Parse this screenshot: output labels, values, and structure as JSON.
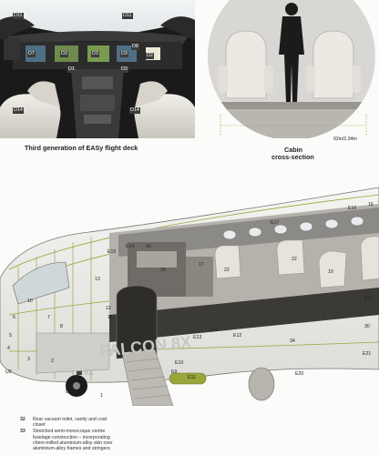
{
  "cockpit": {
    "caption": "Third generation of EASy flight deck",
    "labels": {
      "d11a": "D11",
      "d11b": "D11",
      "d3a": "D3",
      "d3b": "D3",
      "d3c": "D3",
      "d3d": "D3",
      "d1": "D1",
      "d7": "D7",
      "d8": "D8",
      "d2": "D2",
      "d14a": "D14",
      "d14b": "D14"
    }
  },
  "cabin": {
    "caption_line1": "Cabin",
    "caption_line2": "cross-section",
    "dimension": "92in/2.34m"
  },
  "fuselage": {
    "callouts": {
      "c16": "16",
      "c17": "17",
      "c16b": "16",
      "c15": "15",
      "c13": "13",
      "c22": "22",
      "c22b": "22",
      "c19": "19",
      "c11": "11",
      "c12": "12",
      "c10": "10",
      "c9": "9",
      "c6": "6",
      "c7": "7",
      "c8": "8",
      "c4": "4",
      "c5": "5",
      "c3": "3",
      "c2": "2",
      "c1": "1",
      "c30": "30",
      "c34": "34",
      "c32": "32",
      "c33": "33",
      "e17": "E17",
      "e16": "E16",
      "e15": "E15",
      "e14": "E14",
      "e13": "E13",
      "e12": "E12",
      "e11": "E11",
      "e10": "E10",
      "e9": "E9",
      "e4": "E4",
      "e20": "E20",
      "e21": "E21",
      "e22": "E22",
      "u2": "U2",
      "u1": "U1",
      "a8x": "8X"
    },
    "livery": "FALCON 8X"
  },
  "legend": {
    "items": [
      {
        "num": "32",
        "text": "Rear vacuum toilet, vanity and coat closet"
      },
      {
        "num": "33",
        "text": "Stretched semi-monocoque centre fuselage construction – incorporating chem-milled aluminium-alloy skin over aluminium-alloy frames and stringers"
      }
    ]
  },
  "colors": {
    "accent_green": "#9aa63a",
    "cabin_bg": "#d9d7d3",
    "dark": "#1c1c1c"
  }
}
